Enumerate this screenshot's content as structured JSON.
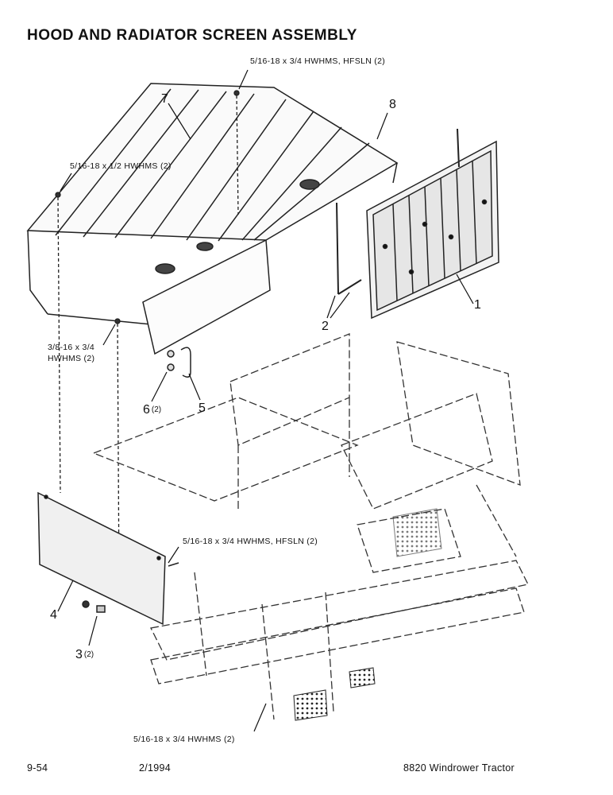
{
  "title": "HOOD AND RADIATOR SCREEN ASSEMBLY",
  "callouts": {
    "bolt_top": "5/16-18 x 3/4 HWHMS, HFSLN (2)",
    "bolt_left": "5/16-18 x 1/2 HWHMS (2)",
    "bolt_mid_line1": "3/8-16 x 3/4",
    "bolt_mid_line2": "HWHMS (2)",
    "bolt_panel": "5/16-18 x 3/4 HWHMS, HFSLN (2)",
    "bolt_bottom": "5/16-18 x 3/4 HWHMS (2)"
  },
  "items": {
    "n1": "1",
    "n2": "2",
    "n3": "3",
    "n3_qty": "(2)",
    "n4": "4",
    "n5": "5",
    "n6": "6",
    "n6_qty": "(2)",
    "n7": "7",
    "n8": "8"
  },
  "footer": {
    "page": "9-54",
    "date": "2/1994",
    "model": "8820 Windrower Tractor"
  }
}
